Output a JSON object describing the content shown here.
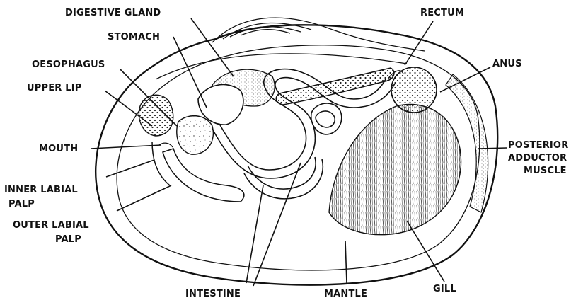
{
  "labels": {
    "digestive_gland": "DIGESTIVE GLAND",
    "stomach": "STOMACH",
    "oesophagus": "OESOPHAGUS",
    "upper_lip": "UPPER LIP",
    "mouth": "MOUTH",
    "inner_labial_palp_1": "INNER LABIAL",
    "inner_labial_palp_2": "PALP",
    "outer_labial_palp_1": "OUTER LABIAL",
    "outer_labial_palp_2": "PALP",
    "intestine": "INTESTINE",
    "mantle": "MANTLE",
    "gill": "GILL",
    "rectum": "RECTUM",
    "anus": "ANUS",
    "posterior_1": "POSTERIOR",
    "posterior_2": "ADDUCTOR",
    "posterior_3": "MUSCLE"
  }
}
